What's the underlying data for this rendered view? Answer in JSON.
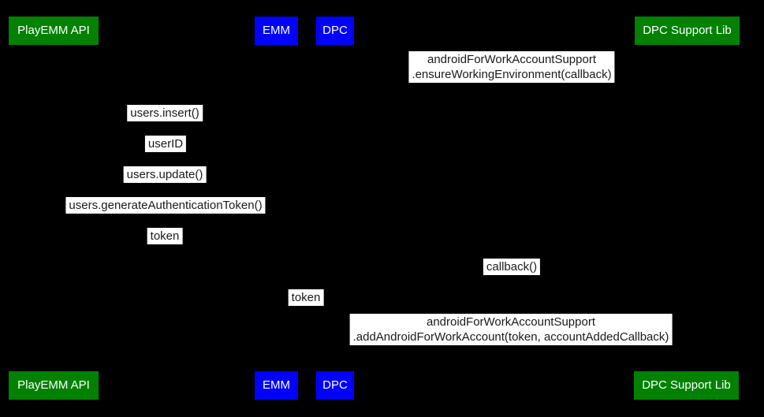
{
  "colors": {
    "background": "#000000",
    "actor_green": "#028102",
    "actor_blue": "#0101fd",
    "actor_text": "#ffffff",
    "label_bg": "#ffffff",
    "label_text": "#1a1a1a"
  },
  "actors": [
    {
      "label": "PlayEMM API",
      "color": "#028102"
    },
    {
      "label": "EMM",
      "color": "#0101fd"
    },
    {
      "label": "DPC",
      "color": "#0101fd"
    },
    {
      "label": "DPC Support Lib",
      "color": "#028102"
    }
  ],
  "messages": [
    {
      "lines": [
        "androidForWorkAccountSupport",
        ".ensureWorkingEnvironment(callback)"
      ]
    },
    {
      "lines": [
        "users.insert()"
      ]
    },
    {
      "lines": [
        "userID"
      ]
    },
    {
      "lines": [
        "users.update()"
      ]
    },
    {
      "lines": [
        "users.generateAuthenticationToken()"
      ]
    },
    {
      "lines": [
        "token"
      ]
    },
    {
      "lines": [
        "callback()"
      ]
    },
    {
      "lines": [
        "token"
      ]
    },
    {
      "lines": [
        "androidForWorkAccountSupport",
        ".addAndroidForWorkAccount(token, accountAddedCallback)"
      ]
    }
  ]
}
